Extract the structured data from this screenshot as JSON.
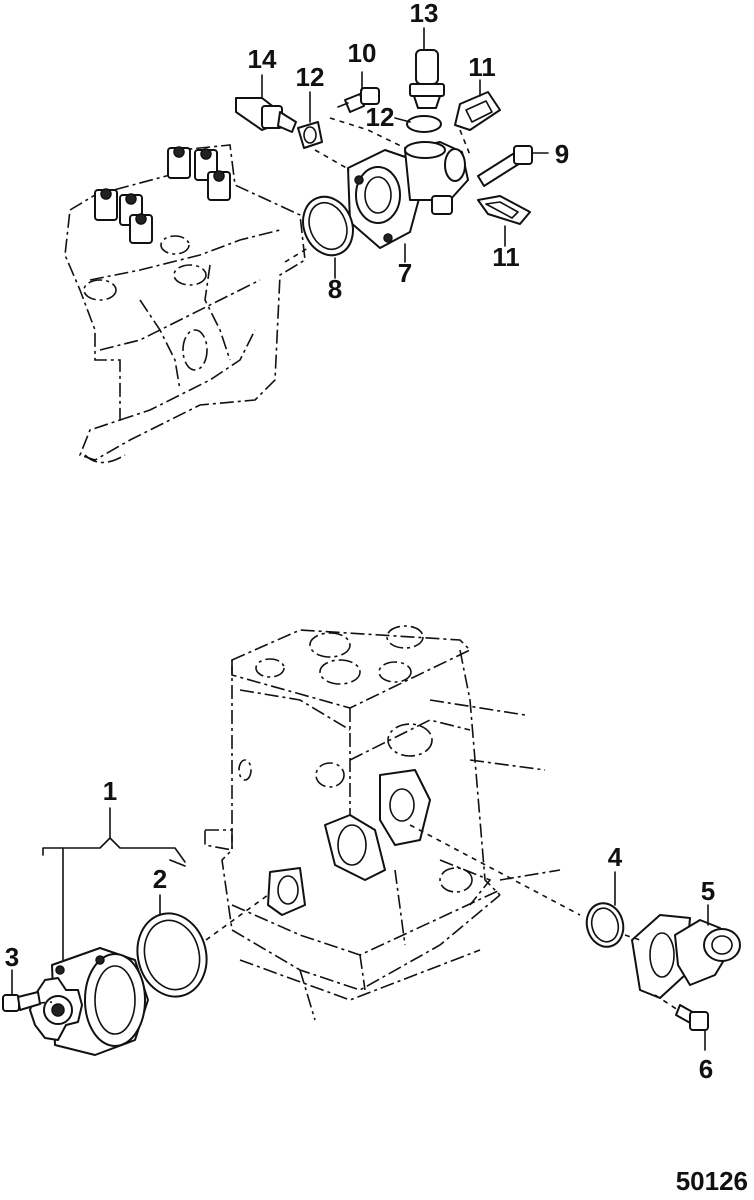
{
  "diagram": {
    "figure_number": "50126",
    "callouts": {
      "c1": "1",
      "c2": "2",
      "c3": "3",
      "c4": "4",
      "c5": "5",
      "c6": "6",
      "c7": "7",
      "c8": "8",
      "c9": "9",
      "c10": "10",
      "c11a": "11",
      "c11b": "11",
      "c12a": "12",
      "c12b": "12",
      "c13": "13",
      "c14": "14"
    }
  }
}
